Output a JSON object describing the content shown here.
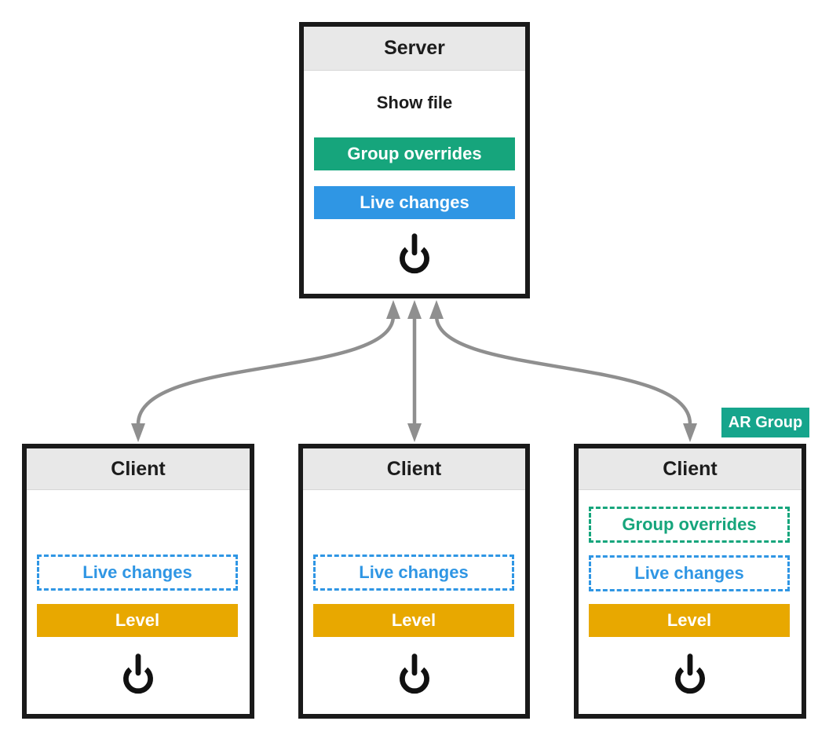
{
  "server": {
    "title": "Server",
    "items": [
      {
        "label": "Show file",
        "style": "plain-text"
      },
      {
        "label": "Group overrides",
        "style": "solid",
        "color": "#16a57c"
      },
      {
        "label": "Live changes",
        "style": "solid",
        "color": "#2f96e4"
      }
    ],
    "icon": "power-icon"
  },
  "clients": [
    {
      "title": "Client",
      "items": [
        {
          "label": "Live changes",
          "style": "dashed",
          "color": "#2f96e4"
        },
        {
          "label": "Level",
          "style": "solid",
          "color": "#e8a800"
        }
      ],
      "icon": "power-icon"
    },
    {
      "title": "Client",
      "items": [
        {
          "label": "Live changes",
          "style": "dashed",
          "color": "#2f96e4"
        },
        {
          "label": "Level",
          "style": "solid",
          "color": "#e8a800"
        }
      ],
      "icon": "power-icon"
    },
    {
      "title": "Client",
      "badge": "AR Group",
      "items": [
        {
          "label": "Group overrides",
          "style": "dashed",
          "color": "#16a57c"
        },
        {
          "label": "Live changes",
          "style": "dashed",
          "color": "#2f96e4"
        },
        {
          "label": "Level",
          "style": "solid",
          "color": "#e8a800"
        }
      ],
      "icon": "power-icon"
    }
  ],
  "connections": {
    "description": "bidirectional arrows between server and each client",
    "count": 3,
    "color": "#8f8f8f"
  },
  "colors": {
    "green": "#16a57c",
    "blue": "#2f96e4",
    "orange": "#e8a800",
    "badge_green": "#16a58c",
    "arrow_gray": "#8f8f8f",
    "box_border": "#1a1a1a",
    "header_bg": "#e8e8e8"
  }
}
